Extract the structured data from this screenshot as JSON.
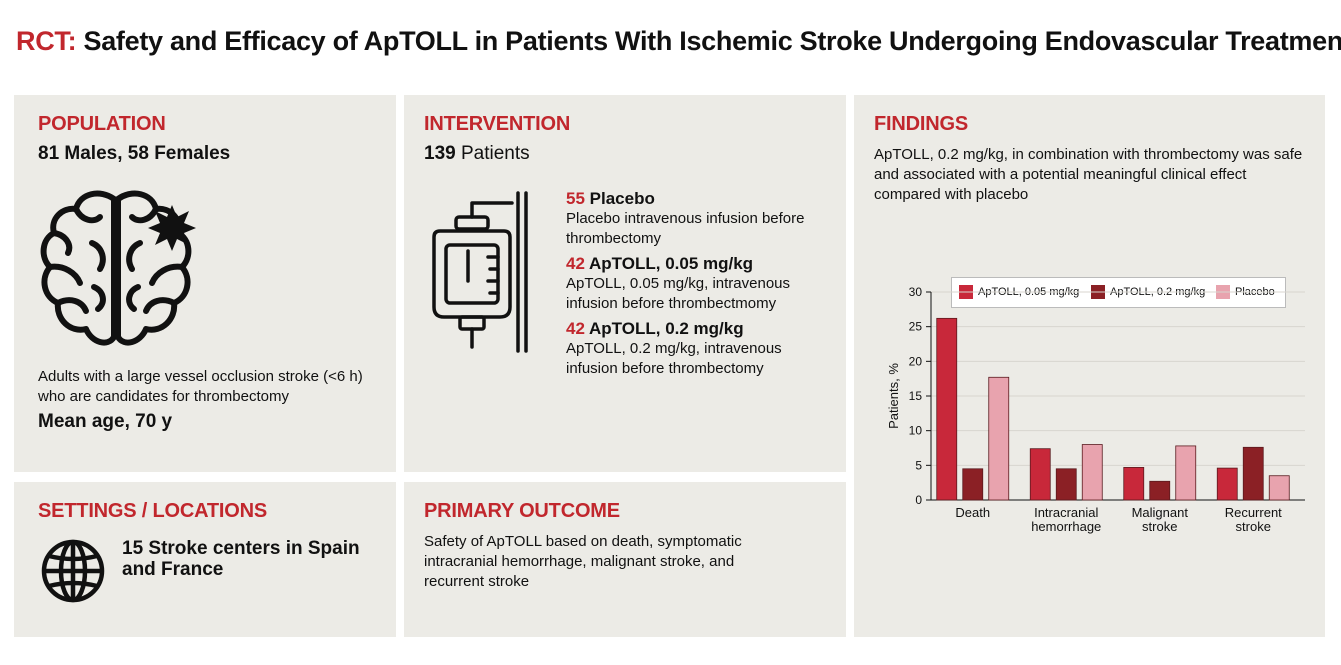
{
  "title": {
    "lead": "RCT:",
    "rest": " Safety and Efficacy of ApTOLL in Patients With Ischemic Stroke Undergoing Endovascular Treatment"
  },
  "population": {
    "heading": "POPULATION",
    "counts": "81 Males, 58 Females",
    "description": "Adults with a large vessel occlusion stroke (<6 h) who are candidates for thrombectomy",
    "mean_age": "Mean age, 70 y"
  },
  "intervention": {
    "heading": "INTERVENTION",
    "total_num": "139",
    "total_label": " Patients",
    "arms": [
      {
        "num": "55",
        "name": " Placebo",
        "desc": "Placebo intravenous infusion before thrombectomy"
      },
      {
        "num": "42",
        "name": " ApTOLL, 0.05 mg/kg",
        "desc": "ApTOLL, 0.05 mg/kg, intravenous infusion before thrombectmomy"
      },
      {
        "num": "42",
        "name": " ApTOLL, 0.2 mg/kg",
        "desc": "ApTOLL, 0.2 mg/kg, intravenous infusion before thrombectomy"
      }
    ]
  },
  "findings": {
    "heading": "FINDINGS",
    "text": "ApTOLL, 0.2 mg/kg, in combination with thrombectomy was safe and associated with a potential meaningful clinical effect compared with placebo"
  },
  "settings": {
    "heading": "SETTINGS / LOCATIONS",
    "text": "15 Stroke centers in Spain and France"
  },
  "primary_outcome": {
    "heading": "PRIMARY OUTCOME",
    "text": "Safety of ApTOLL based on death, symptomatic intracranial hemorrhage, malignant stroke, and recurrent stroke"
  },
  "chart_data": {
    "type": "bar",
    "categories": [
      "Death",
      "Intracranial hemorrhage",
      "Malignant stroke",
      "Recurrent stroke"
    ],
    "series": [
      {
        "name": "ApTOLL, 0.05 mg/kg",
        "color": "#c8283a",
        "values": [
          26.2,
          7.4,
          4.7,
          4.6
        ]
      },
      {
        "name": "ApTOLL, 0.2 mg/kg",
        "color": "#8b2025",
        "values": [
          4.5,
          4.5,
          2.7,
          7.6
        ]
      },
      {
        "name": "Placebo",
        "color": "#e8a3ae",
        "values": [
          17.7,
          8.0,
          7.8,
          3.5
        ]
      }
    ],
    "ylabel": "Patients, %",
    "ylim": [
      0,
      30
    ],
    "yticks": [
      0,
      5,
      10,
      15,
      20,
      25,
      30
    ],
    "grid": true,
    "legend": "top"
  }
}
